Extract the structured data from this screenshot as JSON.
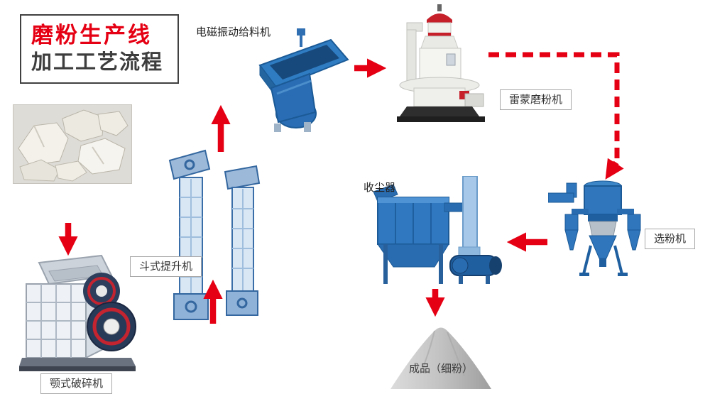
{
  "title": {
    "line1": "磨粉生产线",
    "line2": "加工工艺流程"
  },
  "labels": {
    "feeder": "电磁振动给料机",
    "mill": "雷蒙磨粉机",
    "elevator": "斗式提升机",
    "crusher": "颚式破碎机",
    "dust_collector": "收尘器",
    "classifier": "选粉机",
    "product": "成品（细粉）"
  },
  "colors": {
    "arrow_red": "#e50013",
    "title_red": "#e50013",
    "title_dark": "#3d3d3d",
    "machine_blue": "#2f76bd",
    "label_border": "#a8a8a8"
  }
}
